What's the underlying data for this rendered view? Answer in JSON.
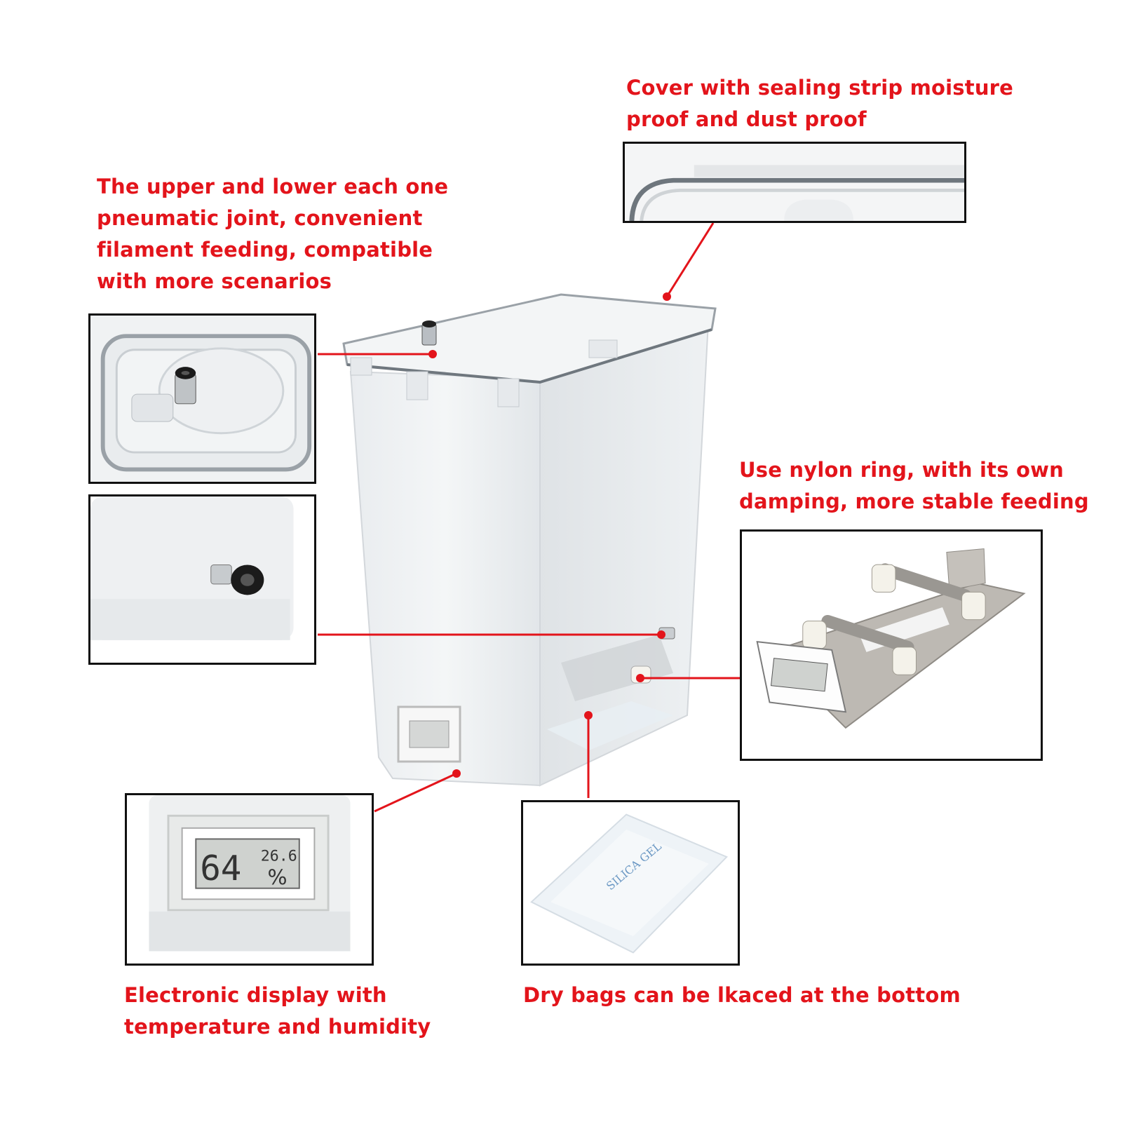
{
  "callouts": {
    "cover": [
      "Cover with sealing strip moisture",
      "proof and dust proof"
    ],
    "pneumatic": [
      "The upper and lower each one",
      "pneumatic joint, convenient",
      "filament feeding, compatible",
      "with more scenarios"
    ],
    "nylon": [
      "Use nylon ring, with its own",
      "damping, more stable feeding"
    ],
    "display": [
      "Electronic display with",
      "temperature and humidity"
    ],
    "drybag": [
      "Dry bags can be lkaced at the bottom"
    ]
  },
  "hygrometer": {
    "humidity": "64",
    "temperature": "26.6",
    "unit": "%"
  },
  "silica_label": "SILICA GEL",
  "colors": {
    "accent": "#e3141b",
    "frame": "#111111",
    "steel": "#b9b6b1",
    "plastic": "#eef0f2"
  }
}
